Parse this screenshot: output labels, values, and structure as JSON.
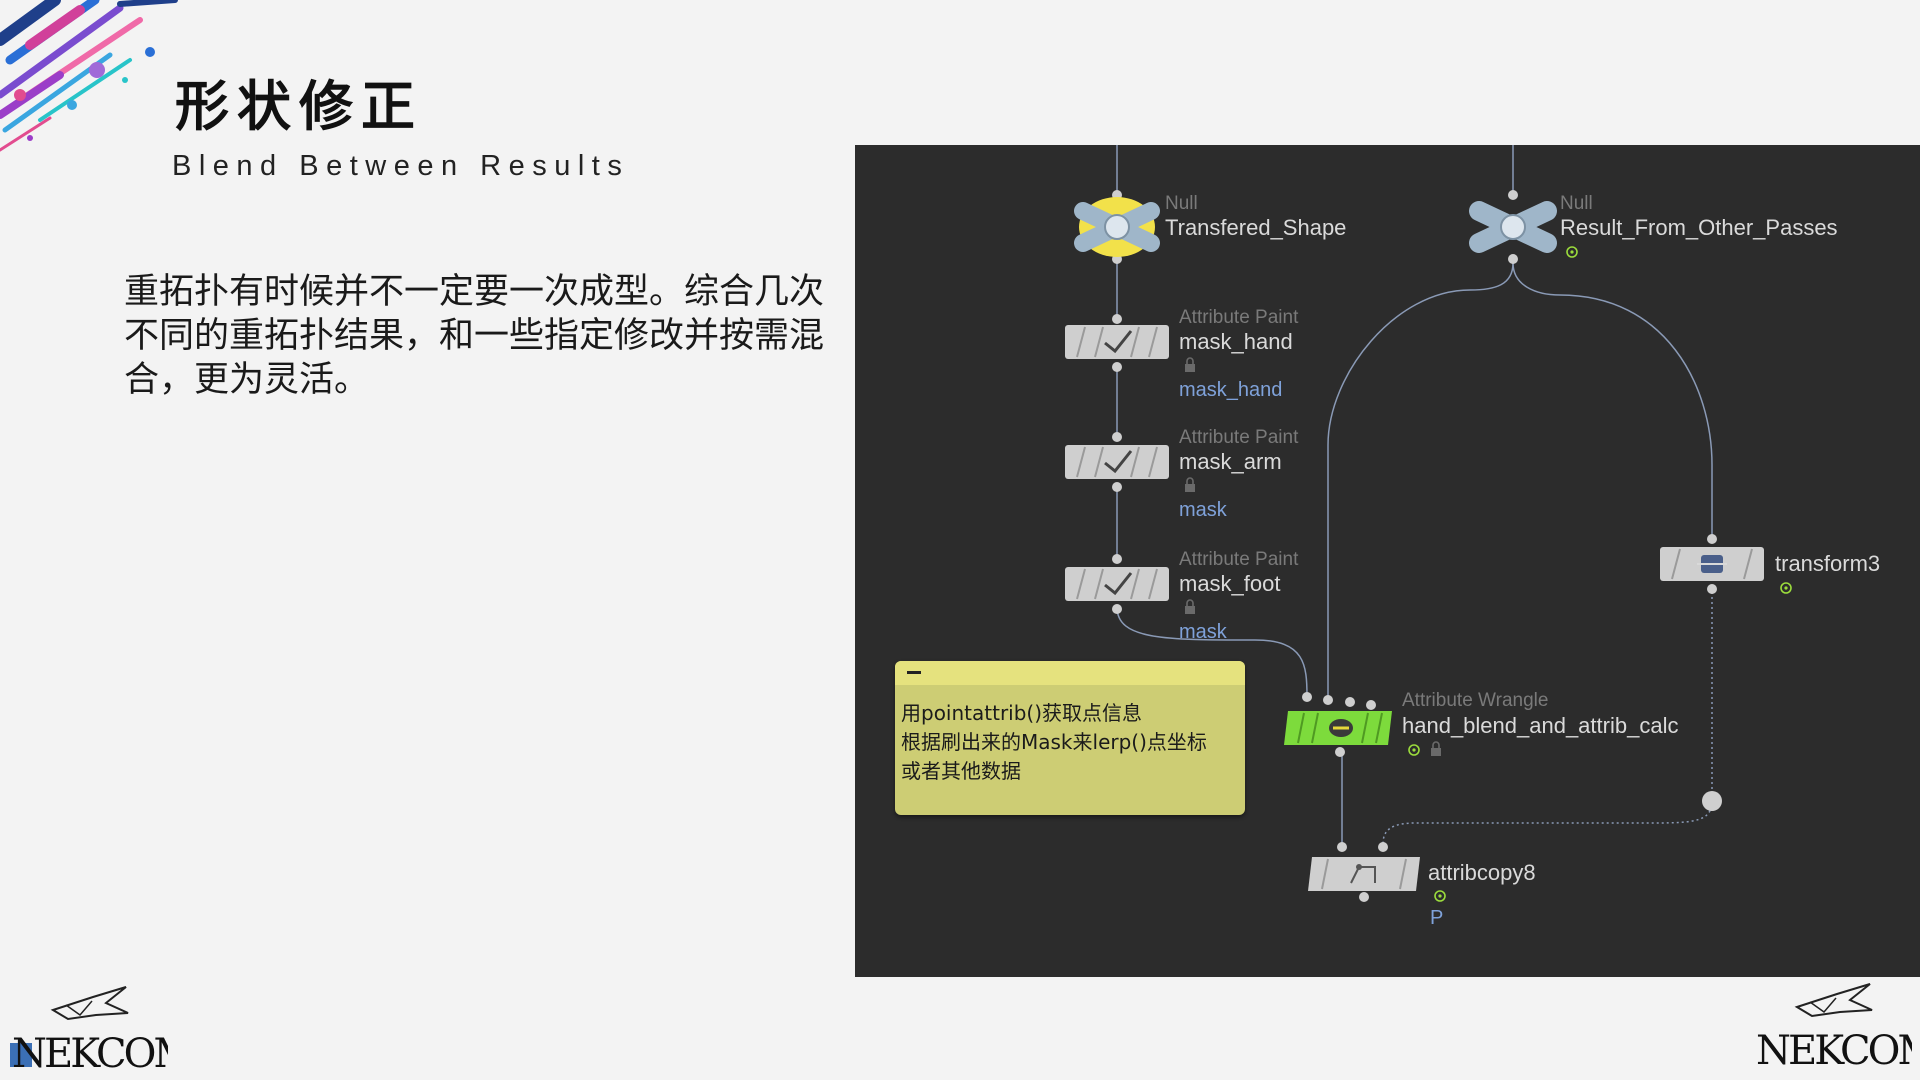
{
  "slide": {
    "title": "形状修正",
    "subtitle": "Blend Between Results",
    "body": "重拓扑有时候并不一定要一次成型。综合几次不同的重拓扑结果，和一些指定修改并按需混合，更为灵活。"
  },
  "logos": {
    "left_text": "NEKCOM",
    "right_text": "NEKCOM"
  },
  "network": {
    "background_color": "#2c2c2c",
    "wire_color": "#8a9ab6",
    "nodes": [
      {
        "type": "Null",
        "name": "Transfered_Shape",
        "icon": "null-node-icon",
        "selected": true
      },
      {
        "type": "Null",
        "name": "Result_From_Other_Passes",
        "icon": "null-node-icon",
        "display_flag": true
      },
      {
        "type": "Attribute Paint",
        "name": "mask_hand",
        "group": "mask_hand",
        "locked": true,
        "icon": "paint-brush-icon"
      },
      {
        "type": "Attribute Paint",
        "name": "mask_arm",
        "group": "mask",
        "locked": true,
        "icon": "paint-brush-icon"
      },
      {
        "type": "Attribute Paint",
        "name": "mask_foot",
        "group": "mask",
        "locked": true,
        "icon": "paint-brush-icon"
      },
      {
        "type": "",
        "name": "transform3",
        "icon": "transform-icon",
        "display_flag": true
      },
      {
        "type": "Attribute Wrangle",
        "name": "hand_blend_and_attrib_calc",
        "icon": "wrangle-icon",
        "display_flag": true,
        "locked": true,
        "color": "#7ddb3c"
      },
      {
        "type": "",
        "name": "attribcopy8",
        "group": "P",
        "icon": "attrib-copy-icon",
        "display_flag": true
      }
    ],
    "sticky_note": {
      "color": "#cdcd74",
      "lines": [
        "用pointattrib()获取点信息",
        "根据刷出来的Mask来lerp()点坐标",
        "或者其他数据"
      ]
    }
  }
}
